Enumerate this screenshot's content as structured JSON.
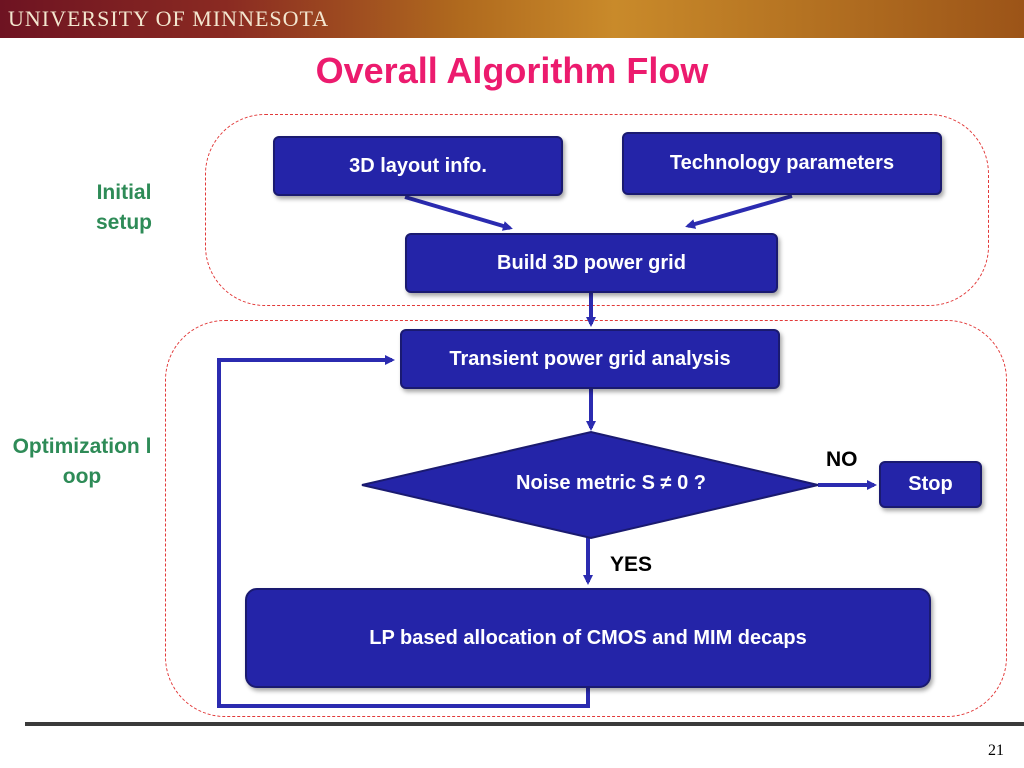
{
  "header": {
    "institution": "University of Minnesota"
  },
  "slide": {
    "title": "Overall Algorithm Flow",
    "page_number": "21"
  },
  "groups": {
    "initial_setup": "Initial setup",
    "optimization_loop": "Optimization loop"
  },
  "nodes": {
    "layout_info": "3D layout info.",
    "tech_params": "Technology  parameters",
    "build_grid": "Build 3D power grid",
    "transient": "Transient power grid analysis",
    "decision": "Noise metric S  ≠ 0 ?",
    "stop": "Stop",
    "lp_alloc": "LP based allocation of CMOS and MIM decaps"
  },
  "edges": {
    "no_label": "NO",
    "yes_label": "YES"
  },
  "colors": {
    "box_fill": "#2424a8",
    "title": "#ec1b6e",
    "group_border": "#e23a3a",
    "side_label": "#2e8b57"
  }
}
